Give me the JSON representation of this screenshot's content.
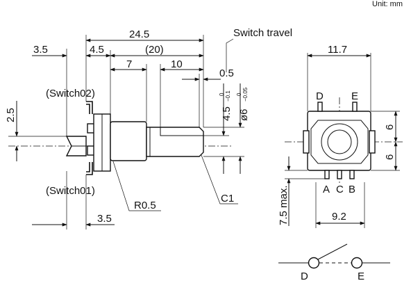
{
  "unit_label": "Unit: mm",
  "side_view": {
    "dim_overall_length": "24.5",
    "dim_body_length": "4.5",
    "dim_shaft_ref": "(20)",
    "dim_flat_start": "7",
    "dim_flat_length": "10",
    "dim_terminal_offset": "3.5",
    "dim_terminal_bottom": "3.5",
    "dim_pin_spacing": "2.5",
    "dim_switch_travel": "0.5",
    "switch_travel_label": "Switch travel",
    "dim_flat_height": "4.5",
    "dim_flat_height_tol_top": "0",
    "dim_flat_height_tol_bottom": "−0.1",
    "dim_shaft_diameter": "ø6",
    "dim_shaft_diameter_tol_top": "0",
    "dim_shaft_diameter_tol_bottom": "−0.05",
    "label_switch02": "(Switch02)",
    "label_switch01": "(Switch01)",
    "label_radius": "R0.5",
    "label_chamfer": "C1"
  },
  "front_view": {
    "dim_width": "11.7",
    "dim_upper_half": "6",
    "dim_lower_half": "6",
    "dim_height_max": "7.5 max.",
    "dim_pin_span": "9.2",
    "pin_d": "D",
    "pin_e": "E",
    "pin_a": "A",
    "pin_c": "C",
    "pin_b": "B"
  },
  "schematic": {
    "terminal_left": "D",
    "terminal_right": "E"
  }
}
